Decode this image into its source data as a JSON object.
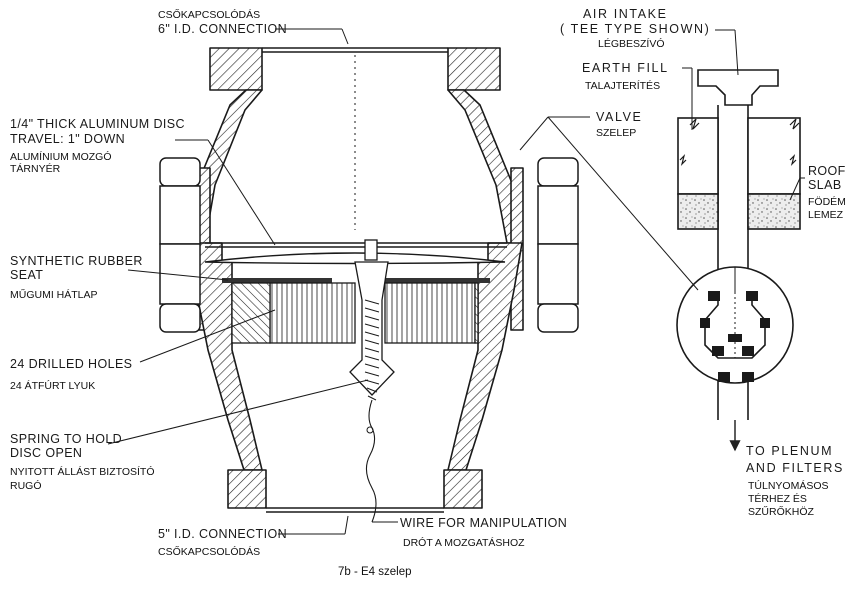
{
  "labels": {
    "top_connection": {
      "en": "6\" I.D. CONNECTION",
      "hu": "CSŐKAPCSOLÓDÁS"
    },
    "disc": {
      "en_line1": "1/4\" THICK ALUMINUM DISC",
      "en_line2": "TRAVEL: 1\" DOWN",
      "hu_line1": "ALUMÍNIUM MOZGÓ",
      "hu_line2": "TÁRNYÉR"
    },
    "seat": {
      "en_line1": "SYNTHETIC RUBBER",
      "en_line2": "SEAT",
      "hu": "MŰGUMI HÁTLAP"
    },
    "holes": {
      "en": "24 DRILLED HOLES",
      "hu": "24 ÁTFÚRT LYUK"
    },
    "spring": {
      "en_line1": "SPRING TO HOLD",
      "en_line2": "DISC OPEN",
      "hu_line1": "NYITOTT ÁLLÁST BIZTOSÍTÓ",
      "hu_line2": "RUGÓ"
    },
    "bottom_connection": {
      "en": "5\" I.D. CONNECTION",
      "hu": "CSŐKAPCSOLÓDÁS"
    },
    "wire": {
      "en": "WIRE FOR MANIPULATION",
      "hu": "DRÓT A MOZGATÁSHOZ"
    },
    "air_intake": {
      "en_line1": "AIR INTAKE",
      "en_line2": "( TEE TYPE SHOWN)",
      "hu": "LÉGBESZÍVÓ"
    },
    "earth_fill": {
      "en": "EARTH FILL",
      "hu": "TALAJTERÍTÉS"
    },
    "valve": {
      "en": "VALVE",
      "hu": "SZELEP"
    },
    "roof_slab": {
      "en_line1": "ROOF",
      "en_line2": "SLAB",
      "hu_line1": "FÖDÉM",
      "hu_line2": "LEMEZ"
    },
    "plenum": {
      "en_line1": "TO PLENUM",
      "en_line2": "AND FILTERS",
      "hu_line1": "TÚLNYOMÁSOS",
      "hu_line2": "TÉRHEZ ÉS",
      "hu_line3": "SZŰRŐKHÖZ"
    }
  },
  "caption": "7b - E4 szelep"
}
